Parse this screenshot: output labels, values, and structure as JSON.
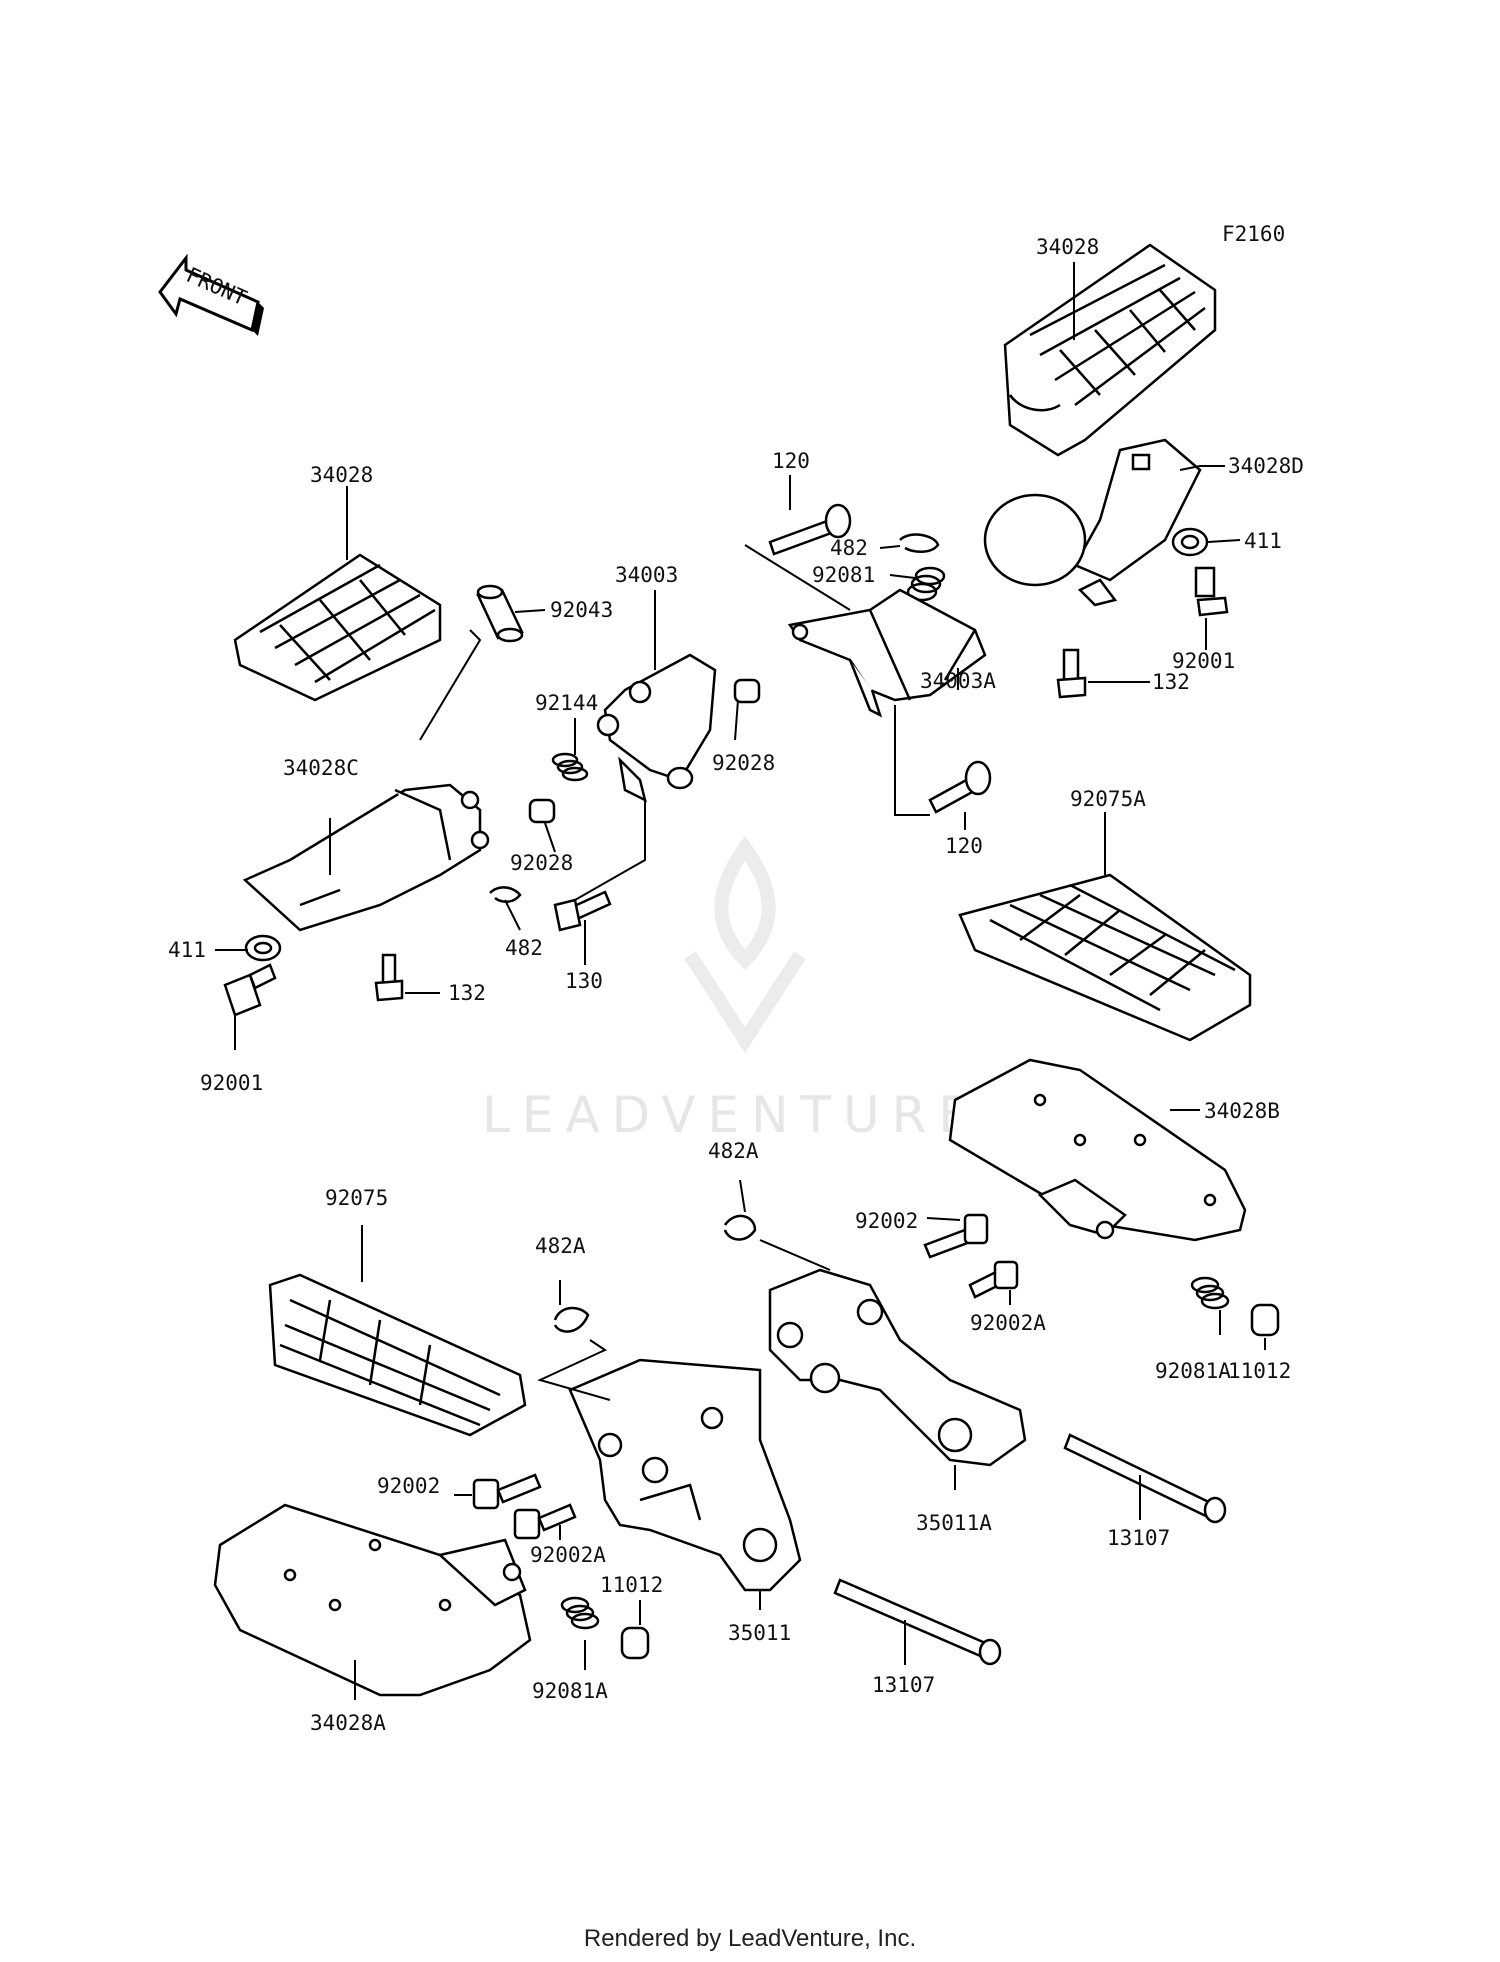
{
  "figure_code": "F2160",
  "front_label": "FRONT",
  "watermark": "LEADVENTURE",
  "footer": "Rendered by LeadVenture, Inc.",
  "parts": [
    {
      "id": "p1",
      "label": "34028"
    },
    {
      "id": "p2",
      "label": "34028D"
    },
    {
      "id": "p3",
      "label": "411"
    },
    {
      "id": "p4",
      "label": "92001"
    },
    {
      "id": "p5",
      "label": "132"
    },
    {
      "id": "p6",
      "label": "120"
    },
    {
      "id": "p7",
      "label": "482"
    },
    {
      "id": "p8",
      "label": "92081"
    },
    {
      "id": "p9",
      "label": "34003A"
    },
    {
      "id": "p10",
      "label": "120"
    },
    {
      "id": "p11",
      "label": "92075A"
    },
    {
      "id": "p12",
      "label": "34028"
    },
    {
      "id": "p13",
      "label": "92043"
    },
    {
      "id": "p14",
      "label": "34003"
    },
    {
      "id": "p15",
      "label": "92144"
    },
    {
      "id": "p16",
      "label": "92028"
    },
    {
      "id": "p17",
      "label": "34028C"
    },
    {
      "id": "p18",
      "label": "92028"
    },
    {
      "id": "p19",
      "label": "482"
    },
    {
      "id": "p20",
      "label": "130"
    },
    {
      "id": "p21",
      "label": "411"
    },
    {
      "id": "p22",
      "label": "132"
    },
    {
      "id": "p23",
      "label": "92001"
    },
    {
      "id": "p24",
      "label": "34028B"
    },
    {
      "id": "p25",
      "label": "482A"
    },
    {
      "id": "p26",
      "label": "92002"
    },
    {
      "id": "p27",
      "label": "92002A"
    },
    {
      "id": "p28",
      "label": "92081A"
    },
    {
      "id": "p29",
      "label": "11012"
    },
    {
      "id": "p30",
      "label": "35011A"
    },
    {
      "id": "p31",
      "label": "13107"
    },
    {
      "id": "p32",
      "label": "92075"
    },
    {
      "id": "p33",
      "label": "482A"
    },
    {
      "id": "p34",
      "label": "92002"
    },
    {
      "id": "p35",
      "label": "92002A"
    },
    {
      "id": "p36",
      "label": "11012"
    },
    {
      "id": "p37",
      "label": "92081A"
    },
    {
      "id": "p38",
      "label": "35011"
    },
    {
      "id": "p39",
      "label": "13107"
    },
    {
      "id": "p40",
      "label": "34028A"
    }
  ]
}
